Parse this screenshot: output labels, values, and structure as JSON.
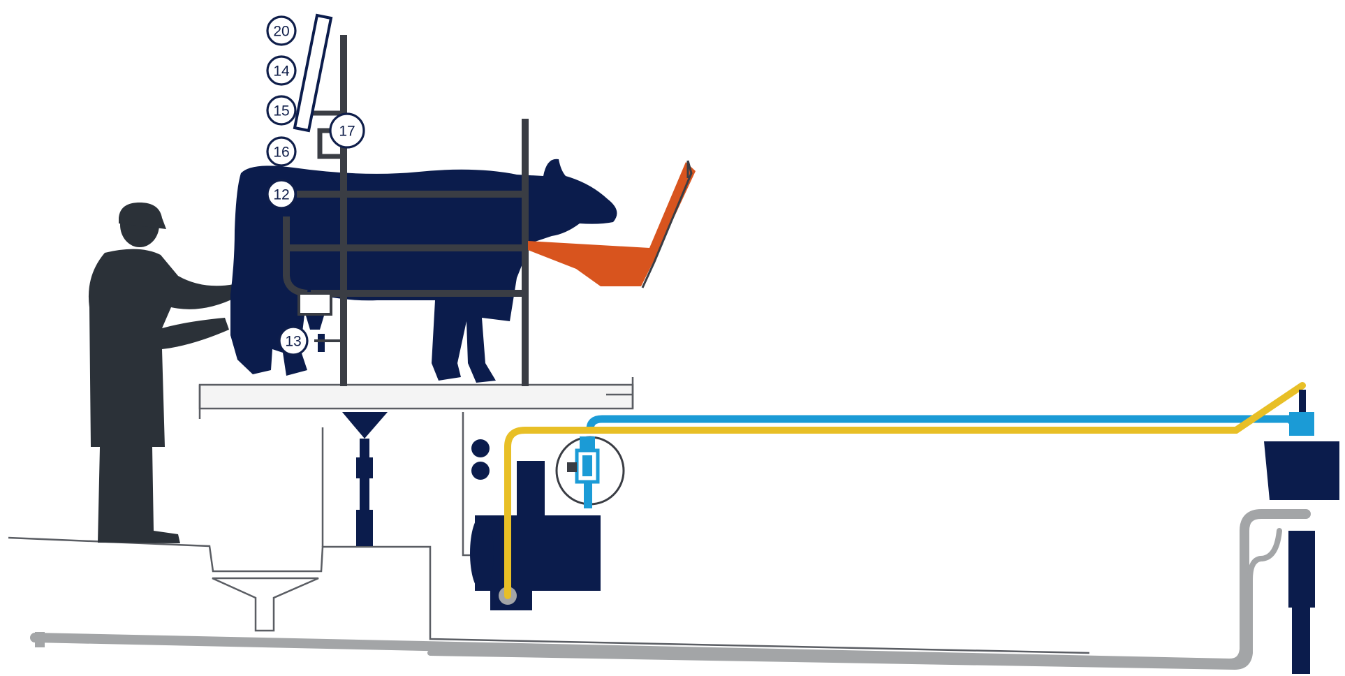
{
  "colors": {
    "navy": "#0b1c4c",
    "rail": "#3a3d44",
    "person": "#2b3138",
    "feed": "#d8541e",
    "milk_line": "#e8bf26",
    "water_line": "#1b9bd6",
    "drain": "#a3a5a7",
    "outline": "#5a5d63",
    "platform": "#f4f4f4"
  },
  "callouts": [
    {
      "id": "c20",
      "label": "20"
    },
    {
      "id": "c14",
      "label": "14"
    },
    {
      "id": "c15",
      "label": "15"
    },
    {
      "id": "c16",
      "label": "16"
    },
    {
      "id": "c17",
      "label": "17"
    },
    {
      "id": "c12",
      "label": "12"
    },
    {
      "id": "c13",
      "label": "13"
    }
  ],
  "icons": [
    "worker-silhouette",
    "cow-silhouette",
    "feed-trough",
    "vacuum-pump",
    "receiver-tank",
    "drain-funnel",
    "milk-meter"
  ]
}
